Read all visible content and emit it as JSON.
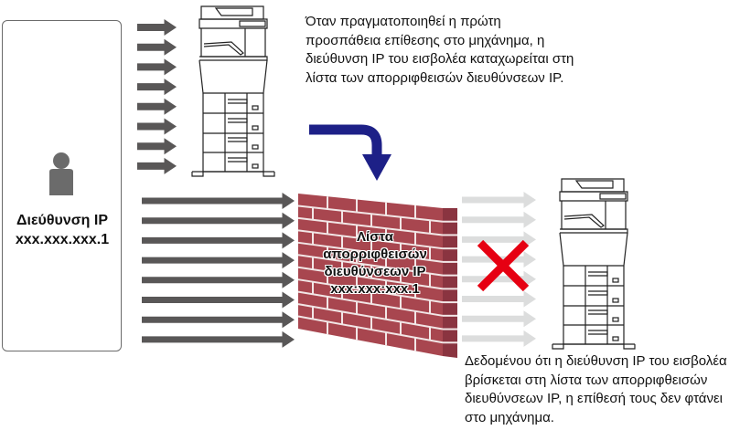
{
  "attacker": {
    "icon": "person-icon",
    "label_line1": "Διεύθυνση IP",
    "label_line2": "xxx.xxx.xxx.1"
  },
  "captions": {
    "top": "Όταν πραγματοποιηθεί η πρώτη προσπάθεια επίθεσης στο μηχάνημα, η διεύθυνση IP του εισβολέα καταχωρείται στη λίστα των απορριφθεισών διευθύνσεων IP.",
    "bottom": "Δεδομένου ότι η διεύθυνση IP του εισβολέα βρίσκεται στη λίστα των απορριφθεισών διευθύνσεων IP, η επίθεσή τους δεν φτάνει στο μηχάνημα."
  },
  "firewall": {
    "icon": "brick-wall-icon",
    "label_line1": "Λίστα",
    "label_line2": "απορριφθεισών",
    "label_line3": "διευθύνσεων IP",
    "label_line4": "xxx:xxx:xxx.1"
  },
  "arrows": {
    "first_attack_count": 8,
    "blocked_attack_count": 8,
    "rejected_attack_count": 8
  },
  "icons": {
    "printer_top": "printer-icon",
    "printer_bottom": "printer-icon",
    "register_arrow": "curved-arrow-down-icon",
    "blocked_mark": "red-x-icon"
  },
  "colors": {
    "attack_arrow": "#595757",
    "rejected_arrow": "#dcdddd",
    "wall_face": "#a8464f",
    "wall_side": "#8a3440",
    "mortar": "#f2e6e6",
    "curved_arrow": "#1d2087",
    "x_mark": "#e60012",
    "box_border": "#6b6b6b",
    "person": "#6b6b6b"
  }
}
